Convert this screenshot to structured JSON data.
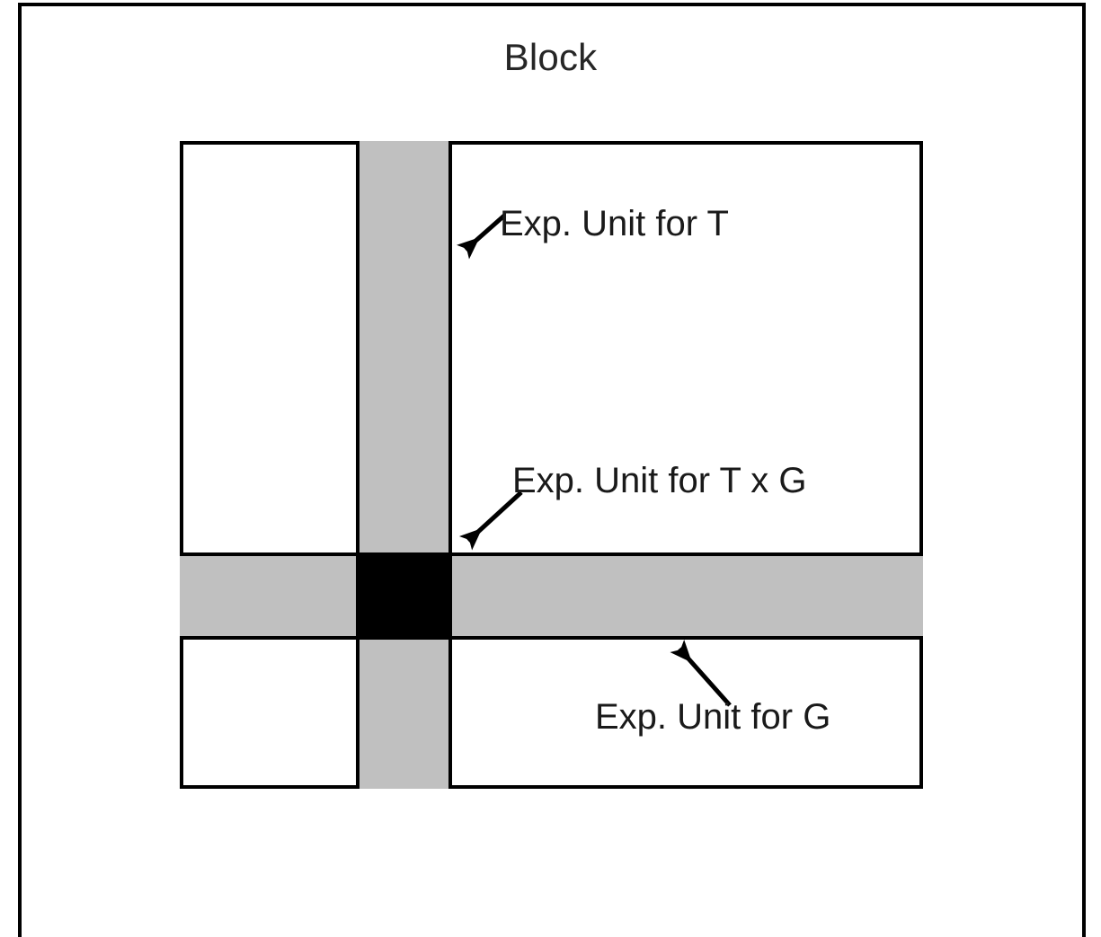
{
  "figure": {
    "title": "Block",
    "background_color": "#ffffff",
    "line_color": "#000000",
    "shade_color": "#c0c0c0",
    "intersection_color": "#000000"
  },
  "callouts": [
    {
      "id": "exp-unit-t",
      "label": "Exp. Unit for T",
      "points_to": "column-strip",
      "arrow_icon": "arrow-down-left-icon"
    },
    {
      "id": "exp-unit-t-x-g",
      "label": "Exp. Unit for T x G",
      "points_to": "intersection-cell",
      "arrow_icon": "arrow-down-left-icon"
    },
    {
      "id": "exp-unit-g",
      "label": "Exp. Unit for G",
      "points_to": "row-strip",
      "arrow_icon": "arrow-up-left-icon"
    }
  ]
}
